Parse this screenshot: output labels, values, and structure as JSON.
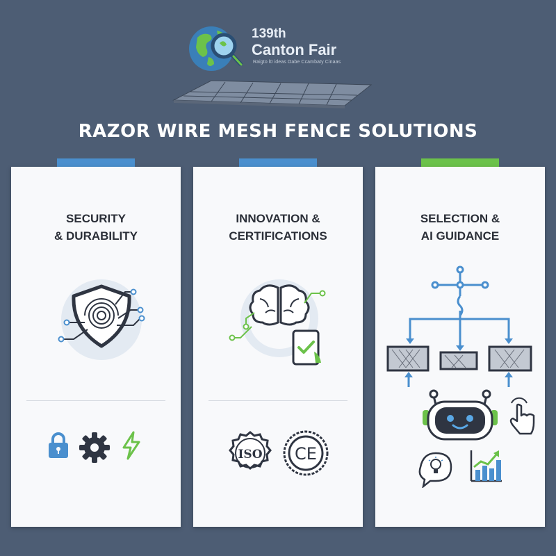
{
  "header": {
    "logo_number": "139th",
    "logo_name": "Canton Fair",
    "logo_tagline": "Raigto l0 ideas Oabe Ccambaty Cinaas"
  },
  "main_title": "RAZOR WIRE MESH FENCE SOLUTIONS",
  "cards": [
    {
      "title": "SECURITY\n& DURABILITY",
      "accent": "#4a8fce"
    },
    {
      "title": "INNOVATION &\nCERTIFICATIONS",
      "accent": "#4a8fce"
    },
    {
      "title": "SELECTION &\nAI GUIDANCE",
      "accent": "#6cc24a"
    }
  ],
  "badges": {
    "iso": "ISO",
    "ce": "CE"
  },
  "colors": {
    "background": "#4d5d74",
    "blue": "#4a8fce",
    "green": "#6cc24a",
    "dark": "#2f3542"
  },
  "icons": [
    "globe-icon",
    "magnifier-icon",
    "shield-fingerprint-icon",
    "lock-icon",
    "gear-icon",
    "lightning-icon",
    "brain-icon",
    "tablet-check-icon",
    "iso-seal-icon",
    "ce-seal-icon",
    "decision-tree-icon",
    "fence-panel-icon",
    "robot-icon",
    "hand-pointer-icon",
    "lightbulb-bubble-icon",
    "growth-chart-icon"
  ]
}
